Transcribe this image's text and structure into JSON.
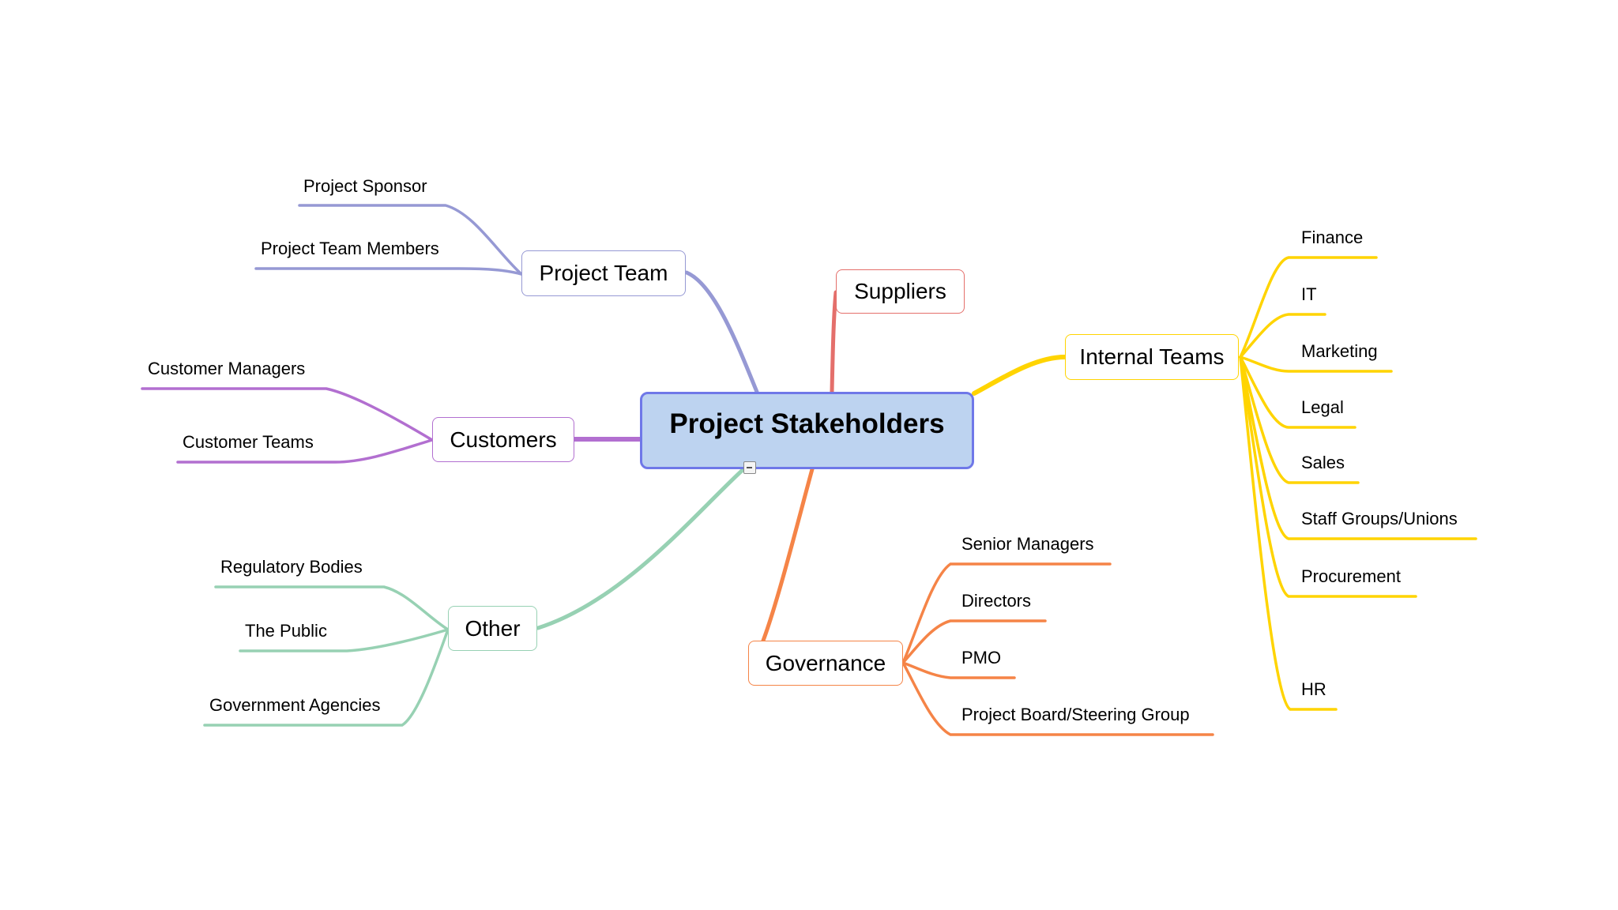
{
  "central": {
    "label": "Project Stakeholders",
    "fill": "#bdd3f0",
    "border": "#6f78e8"
  },
  "branches": {
    "project_team": {
      "label": "Project Team",
      "color": "#9699d4",
      "children": [
        "Project Sponsor",
        "Project Team Members"
      ]
    },
    "suppliers": {
      "label": "Suppliers",
      "color": "#e46f6b",
      "children": []
    },
    "internal_teams": {
      "label": "Internal Teams",
      "color": "#ffd400",
      "children": [
        "Finance",
        "IT",
        "Marketing",
        "Legal",
        "Sales",
        "Staff Groups/Unions",
        "Procurement",
        "HR"
      ]
    },
    "customers": {
      "label": "Customers",
      "color": "#b26fd0",
      "children": [
        "Customer Managers",
        "Customer Teams"
      ]
    },
    "other": {
      "label": "Other",
      "color": "#97d1b3",
      "children": [
        "Regulatory Bodies",
        "The Public",
        "Government Agencies"
      ]
    },
    "governance": {
      "label": "Governance",
      "color": "#f58447",
      "children": [
        "Senior Managers",
        "Directors",
        "PMO",
        "Project Board/Steering Group"
      ]
    }
  },
  "collapse_toggle": {
    "icon": "minus-icon"
  }
}
